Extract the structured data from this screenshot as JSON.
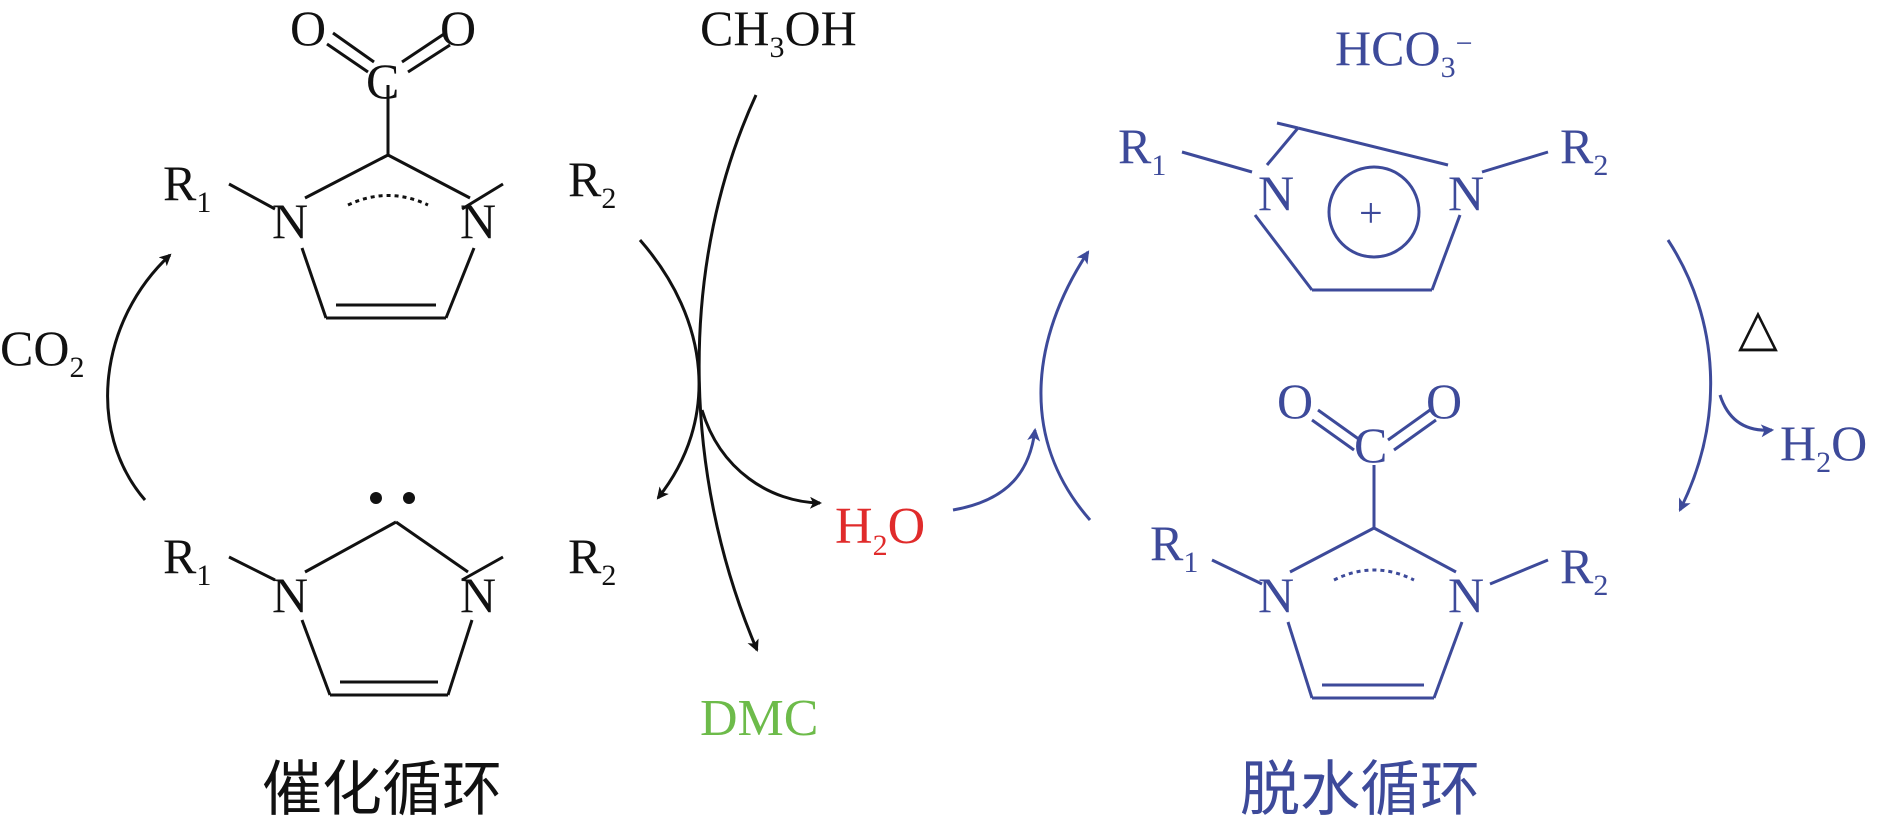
{
  "colors": {
    "catalytic": "#111111",
    "dehydration": "#3d4a9a",
    "water": "#e02b2b",
    "dmc": "#6dbb4a"
  },
  "reagents": {
    "methanol": "CH3OH",
    "carbon_dioxide": "CO2",
    "water": "H2O",
    "dmc": "DMC",
    "bicarbonate": "HCO3−",
    "heat_symbol": "△",
    "water_released": "H2O"
  },
  "atoms": {
    "oxygen": "O",
    "carbon": "C",
    "nitrogen": "N",
    "plus_charge": "+"
  },
  "substituents": {
    "r1": "R1",
    "r2": "R2"
  },
  "cycles": {
    "catalytic_label": "催化循环",
    "dehydration_label": "脱水循环"
  }
}
